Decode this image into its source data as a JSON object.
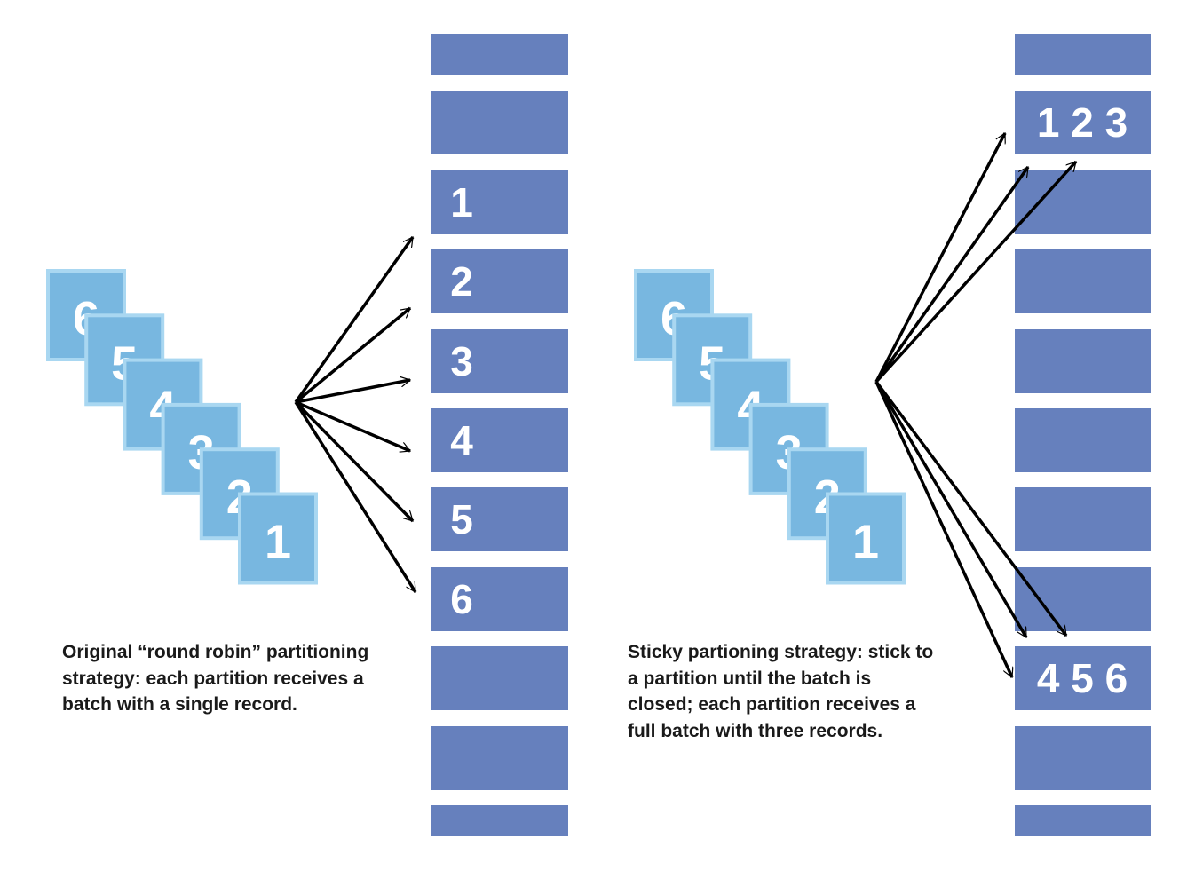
{
  "colors": {
    "partition": "#6680bd",
    "partition_text": "#ffffff",
    "record_fill": "#78b7e0",
    "record_border": "#a9d7f1",
    "record_text": "#ffffff",
    "arrow": "#000000",
    "caption": "#1a1a1a",
    "background": "#ffffff"
  },
  "left_panel": {
    "records": [
      "6",
      "5",
      "4",
      "3",
      "2",
      "1"
    ],
    "partition_labels": [
      "",
      "",
      "1",
      "2",
      "3",
      "4",
      "5",
      "6",
      "",
      "",
      ""
    ],
    "arrow_targets": [
      2,
      3,
      4,
      5,
      6,
      7
    ],
    "caption": "Original “round robin” partitioning strategy: each partition receives a batch with a single record."
  },
  "right_panel": {
    "records": [
      "6",
      "5",
      "4",
      "3",
      "2",
      "1"
    ],
    "partition_labels": [
      "",
      "1 2 3",
      "",
      "",
      "",
      "",
      "",
      "",
      "4 5 6",
      "",
      ""
    ],
    "arrow_targets": [
      1,
      1,
      1,
      8,
      8,
      8
    ],
    "caption": "Sticky partioning strategy: stick to a partition until the batch is closed; each partition receives a full batch with three records."
  }
}
